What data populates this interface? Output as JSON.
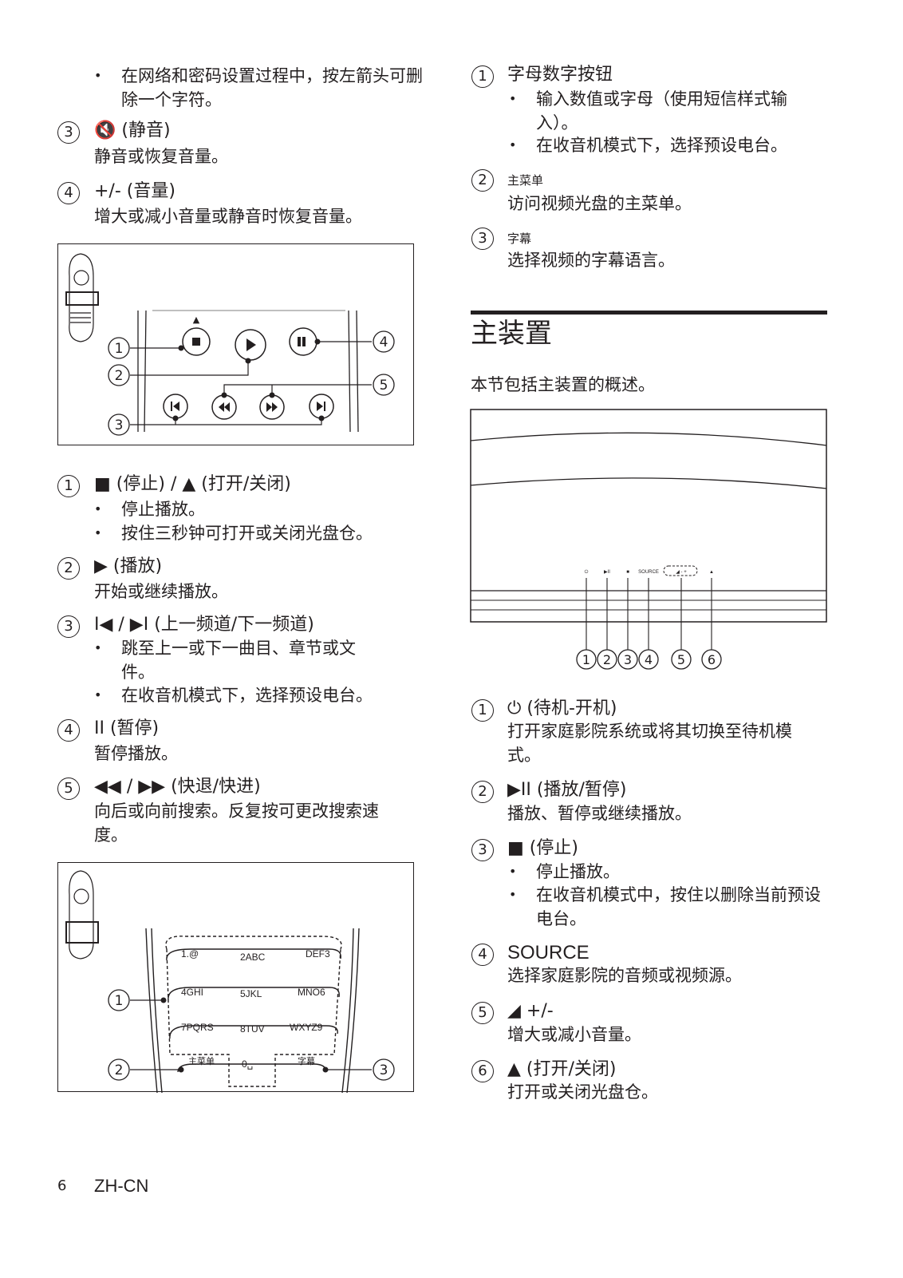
{
  "left": {
    "top_bullet": "在网络和密码设置过程中，按左箭头可删除一个字符。",
    "item3": {
      "num": "3",
      "title": "🔇 (静音)",
      "text": "静音或恢复音量。"
    },
    "item4": {
      "num": "4",
      "title": "+/- (音量)",
      "text": "增大或减小音量或静音时恢复音量。"
    },
    "fig1": {
      "callouts": [
        "1",
        "2",
        "3",
        "4",
        "5"
      ]
    },
    "list": [
      {
        "num": "1",
        "title": "■ (停止) / ▲ (打开/关闭)",
        "bullets": [
          "停止播放。",
          "按住三秒钟可打开或关闭光盘仓。"
        ]
      },
      {
        "num": "2",
        "title": "▶ (播放)",
        "text": "开始或继续播放。"
      },
      {
        "num": "3",
        "title": "I◀ / ▶I (上一频道/下一频道)",
        "bullets": [
          "跳至上一或下一曲目、章节或文件。",
          "在收音机模式下，选择预设电台。"
        ]
      },
      {
        "num": "4",
        "title": "II (暂停)",
        "text": "暂停播放。"
      },
      {
        "num": "5",
        "title": "◀◀ / ▶▶ (快退/快进)",
        "text": "向后或向前搜索。反复按可更改搜索速度。"
      }
    ],
    "fig2": {
      "callouts": [
        "1",
        "2",
        "3"
      ],
      "keys": [
        "1.@",
        "2ABC",
        "DEF3",
        "4GHI",
        "5JKL",
        "MNO6",
        "7PQRS",
        "8TUV",
        "WXYZ9",
        "主菜单",
        "0␣",
        "字幕"
      ]
    }
  },
  "right": {
    "list": [
      {
        "num": "1",
        "title": "字母数字按钮",
        "bullets": [
          "输入数值或字母（使用短信样式输入）。",
          "在收音机模式下，选择预设电台。"
        ]
      },
      {
        "num": "2",
        "title": "主菜单",
        "text": "访问视频光盘的主菜单。"
      },
      {
        "num": "3",
        "title": "字幕",
        "text": "选择视频的字幕语言。"
      }
    ],
    "section_title": "主装置",
    "section_intro": "本节包括主装置的概述。",
    "fig3": {
      "callouts": [
        "1",
        "2",
        "3",
        "4",
        "5",
        "6"
      ],
      "panel_labels": [
        "⏻",
        "▶II",
        "■",
        "SOURCE",
        "◢ - +",
        "▲"
      ]
    },
    "items": [
      {
        "num": "1",
        "title": "⏻ (待机-开机)",
        "text": "打开家庭影院系统或将其切换至待机模式。"
      },
      {
        "num": "2",
        "title": "▶II (播放/暂停)",
        "text": "播放、暂停或继续播放。"
      },
      {
        "num": "3",
        "title": "■ (停止)",
        "bullets": [
          "停止播放。",
          "在收音机模式中，按住以删除当前预设电台。"
        ]
      },
      {
        "num": "4",
        "title": "SOURCE",
        "text": "选择家庭影院的音频或视频源。"
      },
      {
        "num": "5",
        "title": "◢ +/-",
        "text": "增大或减小音量。"
      },
      {
        "num": "6",
        "title": "▲ (打开/关闭)",
        "text": "打开或关闭光盘仓。"
      }
    ]
  },
  "footer": {
    "page": "6",
    "lang": "ZH-CN"
  }
}
